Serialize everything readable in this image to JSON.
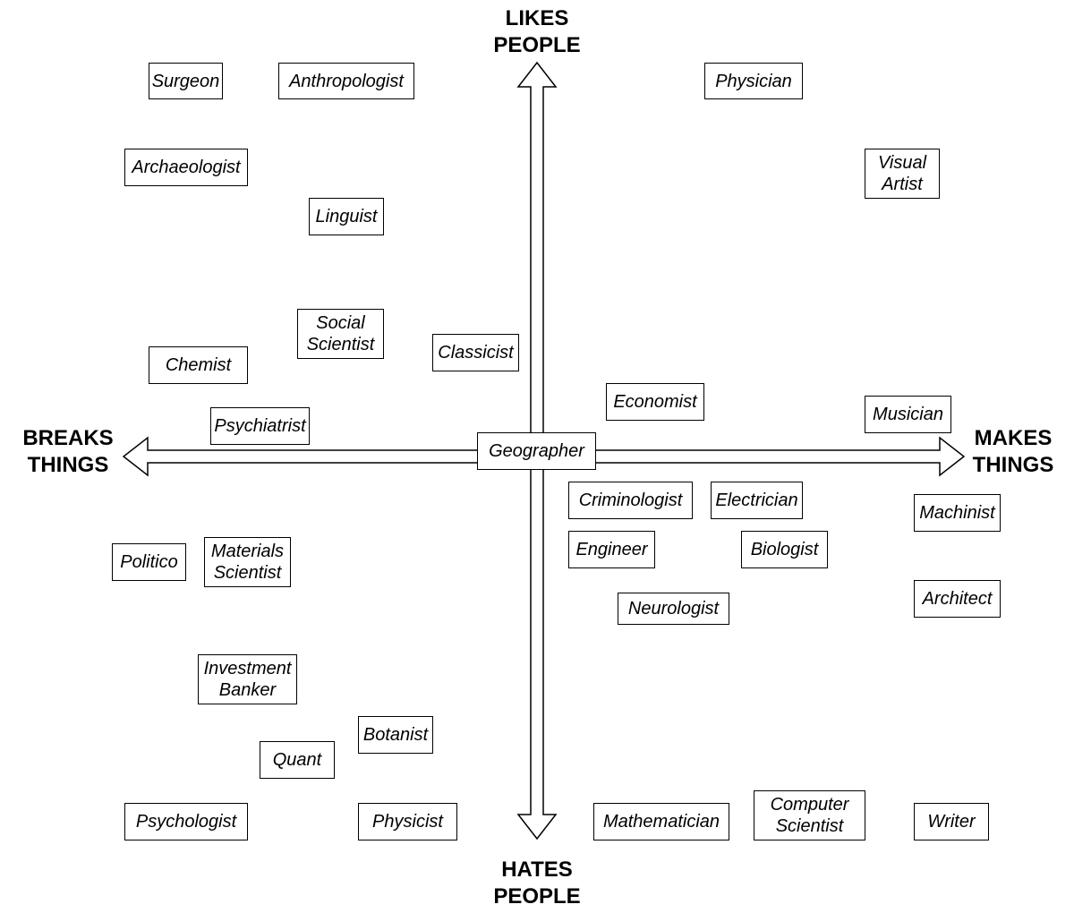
{
  "axes": {
    "top": "LIKES\nPEOPLE",
    "bottom": "HATES\nPEOPLE",
    "left": "BREAKS\nTHINGS",
    "right": "MAKES\nTHINGS"
  },
  "colors": {
    "stroke": "#000000",
    "background": "#ffffff"
  },
  "professions": [
    "Surgeon",
    "Anthropologist",
    "Physician",
    "Archaeologist",
    "Visual\nArtist",
    "Linguist",
    "Social\nScientist",
    "Chemist",
    "Classicist",
    "Economist",
    "Psychiatrist",
    "Musician",
    "Geographer",
    "Criminologist",
    "Electrician",
    "Machinist",
    "Politico",
    "Materials\nScientist",
    "Engineer",
    "Biologist",
    "Architect",
    "Neurologist",
    "Investment\nBanker",
    "Botanist",
    "Quant",
    "Psychologist",
    "Physicist",
    "Mathematician",
    "Computer\nScientist",
    "Writer"
  ]
}
